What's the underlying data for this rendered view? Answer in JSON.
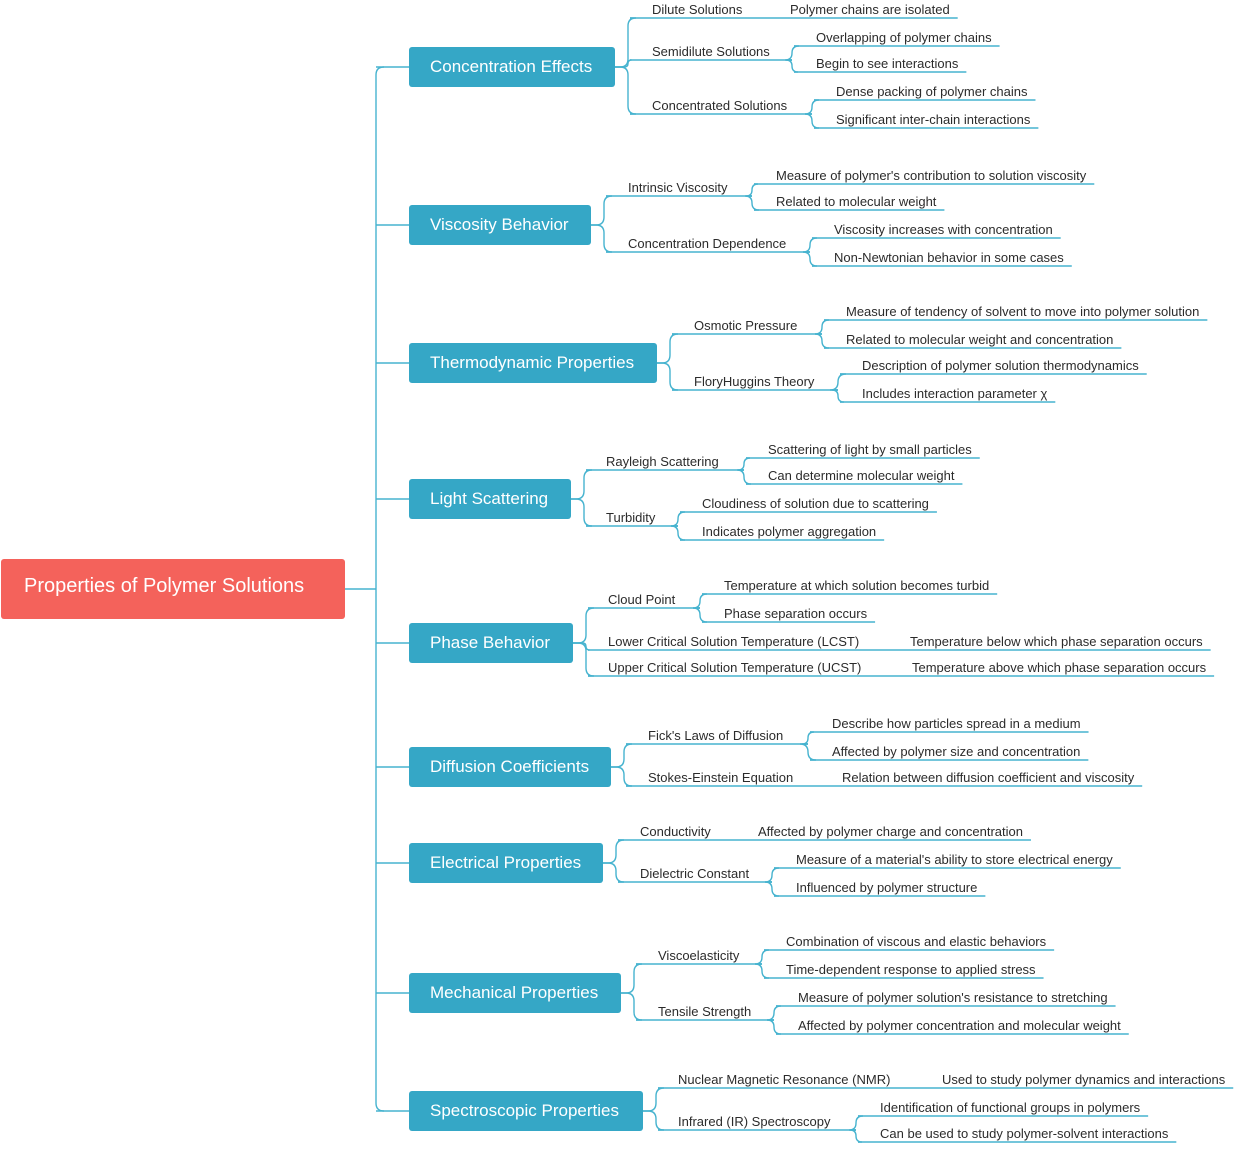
{
  "root": "Properties of Polymer Solutions",
  "colors": {
    "root": "#f4625b",
    "branch": "#35a7c6",
    "connector": "#46b3cf",
    "text": "#2b2b2b"
  },
  "branches": [
    {
      "label": "Concentration Effects",
      "children": [
        {
          "label": "Dilute Solutions",
          "children": [
            "Polymer chains are isolated"
          ]
        },
        {
          "label": "Semidilute Solutions",
          "children": [
            "Overlapping of polymer chains",
            "Begin to see interactions"
          ]
        },
        {
          "label": "Concentrated Solutions",
          "children": [
            "Dense packing of polymer chains",
            "Significant inter-chain interactions"
          ]
        }
      ]
    },
    {
      "label": "Viscosity Behavior",
      "children": [
        {
          "label": "Intrinsic Viscosity",
          "children": [
            "Measure of polymer's contribution to solution viscosity",
            "Related to molecular weight"
          ]
        },
        {
          "label": "Concentration Dependence",
          "children": [
            "Viscosity increases with concentration",
            "Non-Newtonian behavior in some cases"
          ]
        }
      ]
    },
    {
      "label": "Thermodynamic Properties",
      "children": [
        {
          "label": "Osmotic Pressure",
          "children": [
            "Measure of tendency of solvent to move into polymer solution",
            "Related to molecular weight and concentration"
          ]
        },
        {
          "label": "FloryHuggins Theory",
          "children": [
            "Description of polymer solution thermodynamics",
            "Includes interaction parameter χ"
          ]
        }
      ]
    },
    {
      "label": "Light Scattering",
      "children": [
        {
          "label": "Rayleigh Scattering",
          "children": [
            "Scattering of light by small particles",
            "Can determine molecular weight"
          ]
        },
        {
          "label": "Turbidity",
          "children": [
            "Cloudiness of solution due to scattering",
            "Indicates polymer aggregation"
          ]
        }
      ]
    },
    {
      "label": "Phase Behavior",
      "children": [
        {
          "label": "Cloud Point",
          "children": [
            "Temperature at which solution becomes turbid",
            "Phase separation occurs"
          ]
        },
        {
          "label": "Lower Critical Solution Temperature (LCST)",
          "children": [
            "Temperature below which phase separation occurs"
          ]
        },
        {
          "label": "Upper Critical Solution Temperature (UCST)",
          "children": [
            "Temperature above which phase separation occurs"
          ]
        }
      ]
    },
    {
      "label": "Diffusion Coefficients",
      "children": [
        {
          "label": "Fick's Laws of Diffusion",
          "children": [
            "Describe how particles spread in a medium",
            "Affected by polymer size and concentration"
          ]
        },
        {
          "label": "Stokes-Einstein Equation",
          "children": [
            "Relation between diffusion coefficient and viscosity"
          ]
        }
      ]
    },
    {
      "label": "Electrical Properties",
      "children": [
        {
          "label": "Conductivity",
          "children": [
            "Affected by polymer charge and concentration"
          ]
        },
        {
          "label": "Dielectric Constant",
          "children": [
            "Measure of a material's ability to store electrical energy",
            "Influenced by polymer structure"
          ]
        }
      ]
    },
    {
      "label": "Mechanical Properties",
      "children": [
        {
          "label": "Viscoelasticity",
          "children": [
            "Combination of viscous and elastic behaviors",
            "Time-dependent response to applied stress"
          ]
        },
        {
          "label": "Tensile Strength",
          "children": [
            "Measure of polymer solution's resistance to stretching",
            "Affected by polymer concentration and molecular weight"
          ]
        }
      ]
    },
    {
      "label": "Spectroscopic Properties",
      "children": [
        {
          "label": "Nuclear Magnetic Resonance (NMR)",
          "children": [
            "Used to study polymer dynamics and interactions"
          ]
        },
        {
          "label": "Infrared (IR) Spectroscopy",
          "children": [
            "Identification of functional groups in polymers",
            "Can be used to study polymer-solvent interactions"
          ]
        }
      ]
    }
  ]
}
